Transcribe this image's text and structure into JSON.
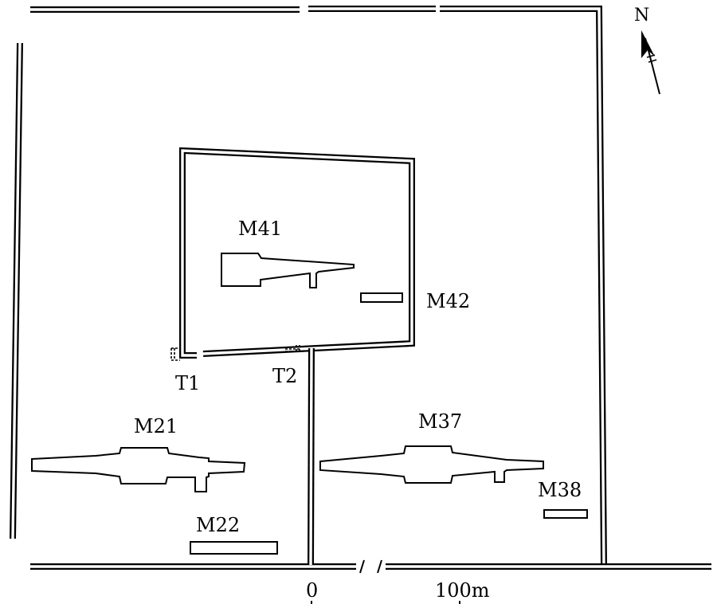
{
  "north_label": "N",
  "tombs": {
    "m41": "M41",
    "m42": "M42",
    "m21": "M21",
    "m22": "M22",
    "m37": "M37",
    "m38": "M38"
  },
  "trenches": {
    "t1": "T1",
    "t2": "T2"
  },
  "scale": {
    "start": "0",
    "end": "100m"
  }
}
